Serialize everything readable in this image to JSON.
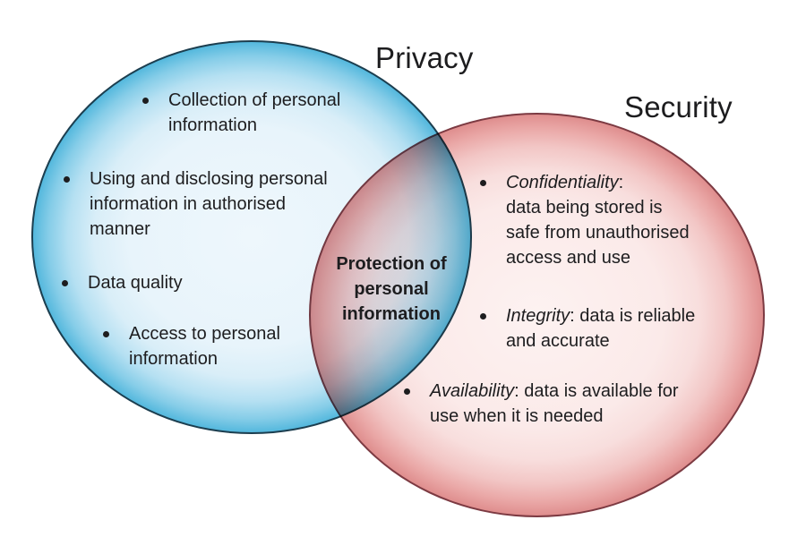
{
  "diagram": {
    "type": "venn",
    "left_set": {
      "title": "Privacy"
    },
    "right_set": {
      "title": "Security"
    },
    "center_label": "Protection of\npersonal\ninformation",
    "privacy_items": [
      {
        "text": "Collection of personal\ninformation"
      },
      {
        "text": "Using and disclosing personal\ninformation in authorised\nmanner"
      },
      {
        "text": "Data quality"
      },
      {
        "text": "Access to personal\ninformation"
      }
    ],
    "security_items": [
      {
        "term": "Confidentiality",
        "rest": ":\ndata being stored is\nsafe from unauthorised\naccess and use"
      },
      {
        "term": "Integrity",
        "rest": ": data is reliable\nand accurate"
      },
      {
        "term": "Availability",
        "rest": ": data is available for\nuse when it is needed"
      }
    ],
    "colors": {
      "privacy_fill": "#e8f4fb",
      "privacy_rim": "#54b8dd",
      "privacy_outline": "#1c3e4f",
      "security_fill": "#fbeae9",
      "security_rim": "#df8e8e",
      "security_outline": "#7c3a42",
      "overlap_fill": "#e0dee4",
      "text": "#1d1d1f",
      "background": "#ffffff"
    }
  }
}
